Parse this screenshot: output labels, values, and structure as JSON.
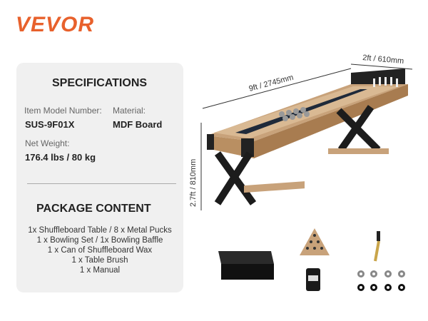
{
  "brand": "VEVOR",
  "specifications": {
    "title": "SPECIFICATIONS",
    "model_label": "Item Model Number:",
    "model_value": "SUS-9F01X",
    "material_label": "Material:",
    "material_value": "MDF Board",
    "weight_label": "Net Weight:",
    "weight_value": "176.4 lbs / 80 kg"
  },
  "package": {
    "title": "PACKAGE CONTENT",
    "items": [
      "1x Shuffleboard Table / 8 x Metal Pucks",
      "1 x Bowling Set / 1x Bowling Baffle",
      "1 x Can of Shuffleboard Wax",
      "1 x Table Brush",
      "1 x Manual"
    ]
  },
  "dimensions": {
    "length": "9ft / 2745mm",
    "width": "2ft / 610mm",
    "height": "2.7ft / 810mm"
  }
}
